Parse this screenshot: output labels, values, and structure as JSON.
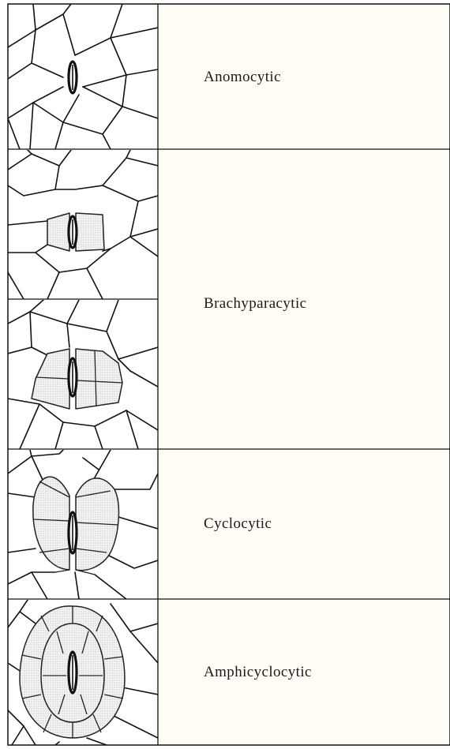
{
  "rows": [
    {
      "label": "Anomocytic"
    },
    {
      "label": "Brachyparacytic"
    },
    {
      "label": "Cyclocytic"
    },
    {
      "label": "Amphicyclocytic"
    }
  ],
  "colors": {
    "background": "#fffdf5",
    "line": "#111111",
    "stipple": "#9a9a9a"
  }
}
